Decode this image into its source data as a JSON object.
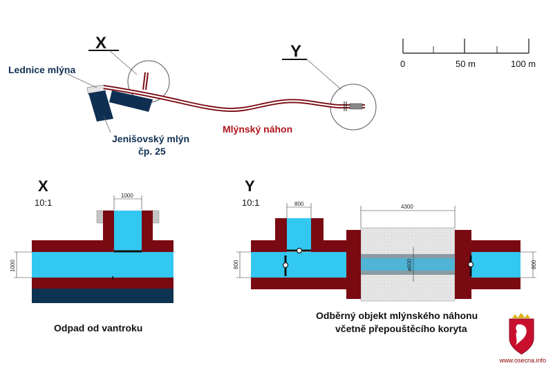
{
  "overview": {
    "marker_x": "X",
    "marker_y": "Y",
    "label_lednice": "Lednice mlýna",
    "label_mlyn_1": "Jenišovský mlýn",
    "label_mlyn_2": "čp. 25",
    "label_nahon": "Mlýnský náhon"
  },
  "scale_bar": {
    "tick_0": "0",
    "tick_50": "50 m",
    "tick_100": "100 m"
  },
  "detail_x": {
    "title": "X",
    "scale": "10:1",
    "dim_width": "1000",
    "dim_height": "1000",
    "caption": "Odpad od vantroku"
  },
  "detail_y": {
    "title": "Y",
    "scale": "10:1",
    "dim_top": "800",
    "dim_span": "4300",
    "dim_pipe": "ø600",
    "dim_left": "800",
    "dim_right": "800",
    "caption_1": "Odběrný objekt  mlýnského náhonu",
    "caption_2": "včetně přepouštěcího koryta"
  },
  "footer": {
    "site": "www.osecna.info"
  },
  "colors": {
    "wall": "#7a0a12",
    "water": "#33c8f0",
    "ground": "#0d3350",
    "navy": "#0f2f52",
    "red_text": "#b0141c",
    "gray": "#d9d9d9"
  }
}
